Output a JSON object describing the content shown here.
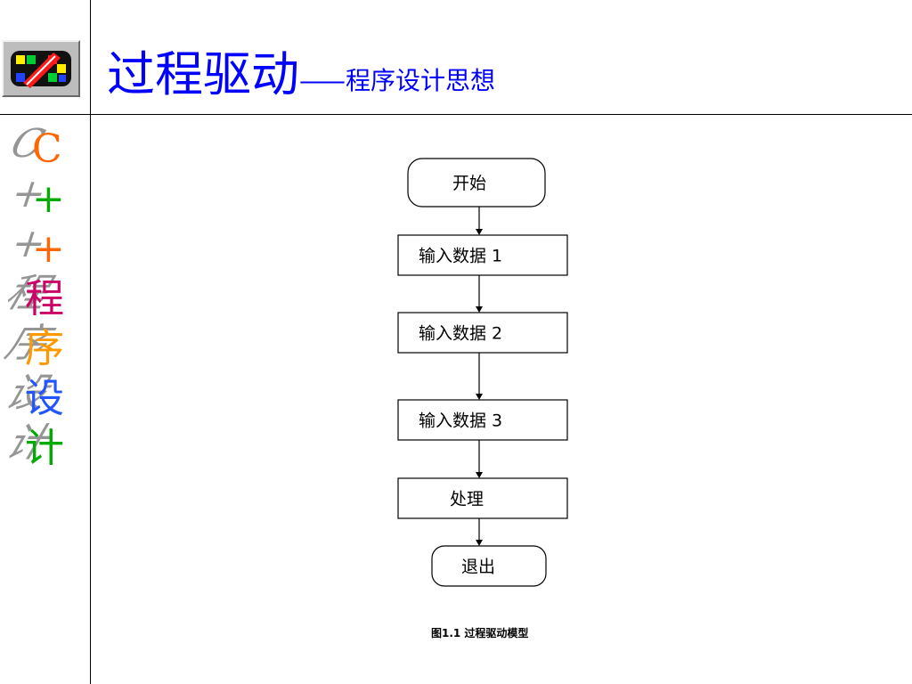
{
  "header": {
    "title_main": "过程驱动",
    "title_dash": "——",
    "title_sub": "程序设计思想"
  },
  "side_label": [
    "C",
    "+",
    "+",
    "程",
    "序",
    "设",
    "计"
  ],
  "side_label_colors": [
    "#ff6600",
    "#00aa00",
    "#ff6600",
    "#cc0066",
    "#ff9900",
    "#2255ff",
    "#00aa00"
  ],
  "logo": {
    "icon": "app-logo-icon"
  },
  "flowchart": {
    "nodes": [
      {
        "id": "start",
        "shape": "rounded",
        "label": "开始"
      },
      {
        "id": "input1",
        "shape": "rect",
        "label": "输入数据 1"
      },
      {
        "id": "input2",
        "shape": "rect",
        "label": "输入数据 2"
      },
      {
        "id": "input3",
        "shape": "rect",
        "label": "输入数据 3"
      },
      {
        "id": "process",
        "shape": "rect",
        "label": "处理"
      },
      {
        "id": "end",
        "shape": "rounded",
        "label": "退出"
      }
    ],
    "caption": "图1.1 过程驱动模型"
  }
}
